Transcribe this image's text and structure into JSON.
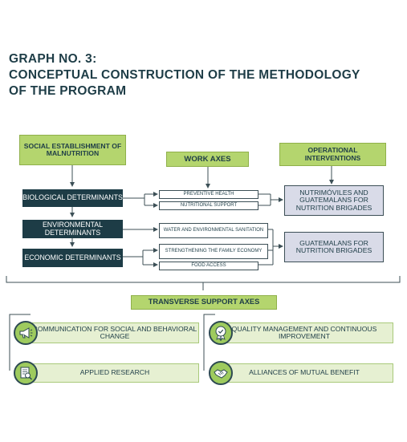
{
  "title": {
    "line1": "GRAPH NO. 3:",
    "line2": "CONCEPTUAL CONSTRUCTION OF THE METHODOLOGY",
    "line3": "OF THE PROGRAM"
  },
  "headers": {
    "social": "SOCIAL ESTABLISHMENT OF MALNUTRITION",
    "work_axes": "WORK AXES",
    "operational": "OPERATIONAL INTERVENTIONS"
  },
  "determinants": [
    "BIOLOGICAL DETERMINANTS",
    "ENVIRONMENTAL DETERMINANTS",
    "ECONOMIC DETERMINANTS"
  ],
  "work_axes": [
    "PREVENTIVE HEALTH",
    "NUTRITIONAL SUPPORT",
    "WATER AND ENVIRONMENTAL SANITATION",
    "STRENGTHENING THE FAMILY ECONOMY",
    "FOOD ACCESS"
  ],
  "interventions": [
    "NUTRIMÓVILES AND GUATEMALANS FOR NUTRITION BRIGADES",
    "GUATEMALANS FOR NUTRITION BRIGADES"
  ],
  "transverse": {
    "title": "TRANSVERSE SUPPORT AXES",
    "items": [
      {
        "label": "COMMUNICATION FOR SOCIAL AND BEHAVIORAL CHANGE",
        "icon": "megaphone-icon"
      },
      {
        "label": "QUALITY MANAGEMENT AND CONTINUOUS IMPROVEMENT",
        "icon": "quality-medal-icon"
      },
      {
        "label": "APPLIED RESEARCH",
        "icon": "research-document-icon"
      },
      {
        "label": "ALLIANCES OF MUTUAL BENEFIT",
        "icon": "handshake-icon"
      }
    ]
  },
  "colors": {
    "green": "#b4d56e",
    "navy": "#1d3c46",
    "lavender": "#d9dbe8",
    "pill": "#e6f0d2",
    "circle": "#9ecb5e"
  }
}
